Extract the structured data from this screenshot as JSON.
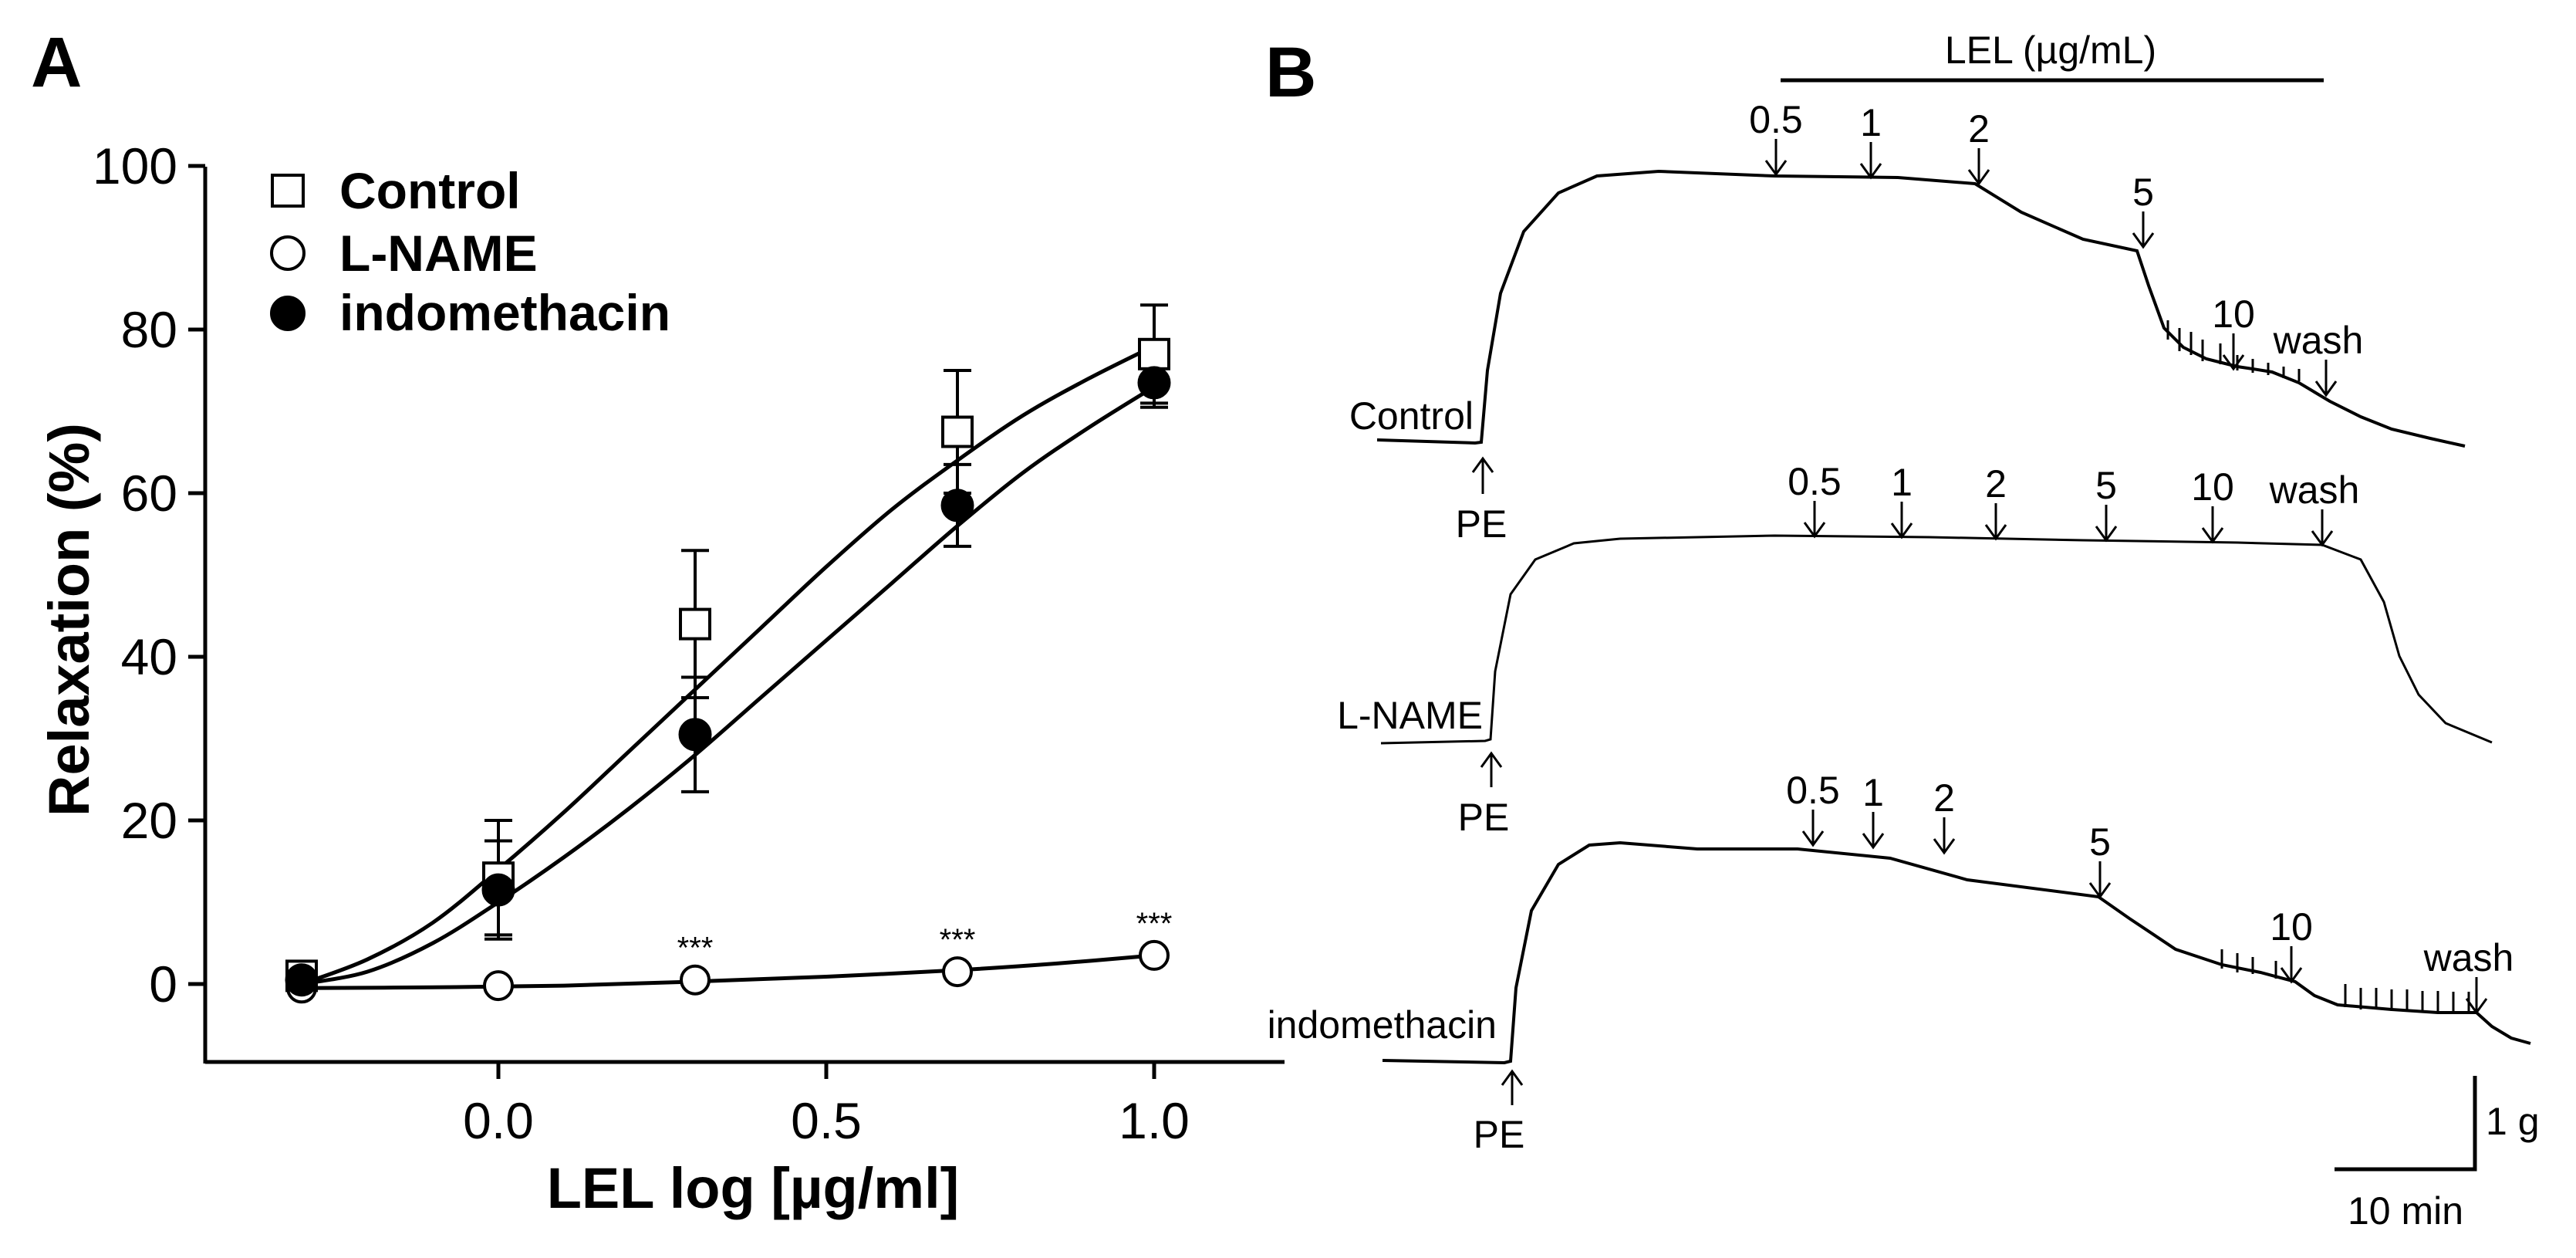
{
  "panels": {
    "a": {
      "letter": "A"
    },
    "b": {
      "letter": "B"
    }
  },
  "chart_data": [
    {
      "type": "scatter",
      "panel": "A",
      "xlabel": "LEL log [µg/ml]",
      "ylabel": "Relaxation (%)",
      "xlim": [
        -0.45,
        1.2
      ],
      "ylim": [
        -10,
        100
      ],
      "xticks": [
        0.0,
        0.5,
        1.0
      ],
      "xtick_labels": [
        "0.0",
        "0.5",
        "1.0"
      ],
      "yticks": [
        0,
        20,
        40,
        60,
        80,
        100
      ],
      "ytick_labels": [
        "0",
        "20",
        "40",
        "60",
        "80",
        "100"
      ],
      "legend_position": "top-left",
      "grid": false,
      "series": [
        {
          "name": "Control",
          "marker": "open-square",
          "x": [
            -0.3,
            0.0,
            0.3,
            0.7,
            1.0
          ],
          "y": [
            1,
            13,
            44,
            67.5,
            77
          ],
          "error": [
            0,
            7,
            9,
            7.5,
            6
          ],
          "fit": [
            [
              -0.3,
              0
            ],
            [
              -0.2,
              3
            ],
            [
              -0.1,
              7.5
            ],
            [
              0.0,
              14
            ],
            [
              0.1,
              21
            ],
            [
              0.2,
              28.5
            ],
            [
              0.3,
              36
            ],
            [
              0.4,
              43.5
            ],
            [
              0.5,
              51
            ],
            [
              0.6,
              58
            ],
            [
              0.7,
              64
            ],
            [
              0.8,
              69.5
            ],
            [
              0.9,
              74
            ],
            [
              1.0,
              78
            ]
          ]
        },
        {
          "name": "L-NAME",
          "marker": "open-circle",
          "x": [
            -0.3,
            0.0,
            0.3,
            0.7,
            1.0
          ],
          "y": [
            -0.5,
            -0.2,
            0.5,
            1.5,
            3.5
          ],
          "error": [
            0,
            0,
            0,
            0,
            0
          ],
          "significance": [
            "",
            "",
            "***",
            "***",
            "***"
          ],
          "fit": [
            [
              -0.3,
              -0.5
            ],
            [
              -0.1,
              -0.4
            ],
            [
              0.1,
              -0.2
            ],
            [
              0.3,
              0.3
            ],
            [
              0.5,
              0.9
            ],
            [
              0.7,
              1.7
            ],
            [
              0.85,
              2.5
            ],
            [
              1.0,
              3.5
            ]
          ]
        },
        {
          "name": "indomethacin",
          "marker": "filled-circle",
          "x": [
            -0.3,
            0.0,
            0.3,
            0.7,
            1.0
          ],
          "y": [
            0.5,
            11.5,
            30.5,
            58.5,
            73.5
          ],
          "error": [
            0,
            6,
            7,
            5,
            3
          ],
          "fit": [
            [
              -0.3,
              0
            ],
            [
              -0.2,
              1.5
            ],
            [
              -0.1,
              5
            ],
            [
              0.0,
              10
            ],
            [
              0.1,
              15.5
            ],
            [
              0.2,
              21.5
            ],
            [
              0.3,
              28
            ],
            [
              0.4,
              35
            ],
            [
              0.5,
              42
            ],
            [
              0.6,
              49
            ],
            [
              0.7,
              56
            ],
            [
              0.8,
              62.5
            ],
            [
              0.9,
              68
            ],
            [
              1.0,
              73
            ]
          ]
        }
      ]
    },
    {
      "type": "line",
      "panel": "B",
      "header_label": "LEL (µg/mL)",
      "scale_bar_vertical": "1 g",
      "scale_bar_horizontal": "10 min",
      "agonist_label": "PE",
      "traces": [
        {
          "name": "Control",
          "doses": [
            "0.5",
            "1",
            "2",
            "5",
            "10",
            "wash"
          ]
        },
        {
          "name": "L-NAME",
          "doses": [
            "0.5",
            "1",
            "2",
            "5",
            "10",
            "wash"
          ]
        },
        {
          "name": "indomethacin",
          "doses": [
            "0.5",
            "1",
            "2",
            "5",
            "10",
            "wash"
          ]
        }
      ]
    }
  ]
}
